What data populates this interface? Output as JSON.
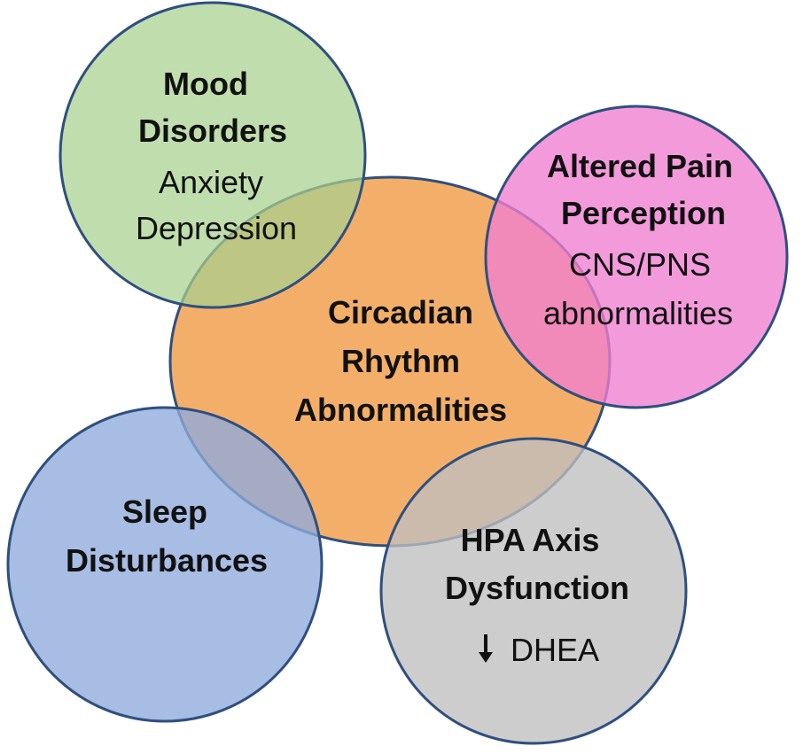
{
  "nodes": {
    "center": {
      "lines": [
        "Circadian",
        "Rhythm",
        "Abnormalities"
      ],
      "fill": "#f2a85c",
      "stroke": "#2f4f7f"
    },
    "mood": {
      "title": [
        "Mood",
        "Disorders"
      ],
      "items": [
        "Anxiety",
        "Depression"
      ],
      "fill": "#a8d08d",
      "stroke": "#2f4f7f"
    },
    "pain": {
      "title": [
        "Altered Pain",
        "Perception"
      ],
      "items": [
        "CNS/PNS",
        "abnormalities"
      ],
      "fill": "#f07fd0",
      "stroke": "#2f4f7f"
    },
    "sleep": {
      "title": [
        "Sleep",
        "Disturbances"
      ],
      "items": [],
      "fill": "#8eaadb",
      "stroke": "#2f4f7f"
    },
    "hpa": {
      "title": [
        "HPA Axis",
        "Dysfunction"
      ],
      "items": [
        "DHEA"
      ],
      "item_icon": "down-arrow-icon",
      "fill": "#bfbfbf",
      "stroke": "#2f4f7f"
    }
  }
}
